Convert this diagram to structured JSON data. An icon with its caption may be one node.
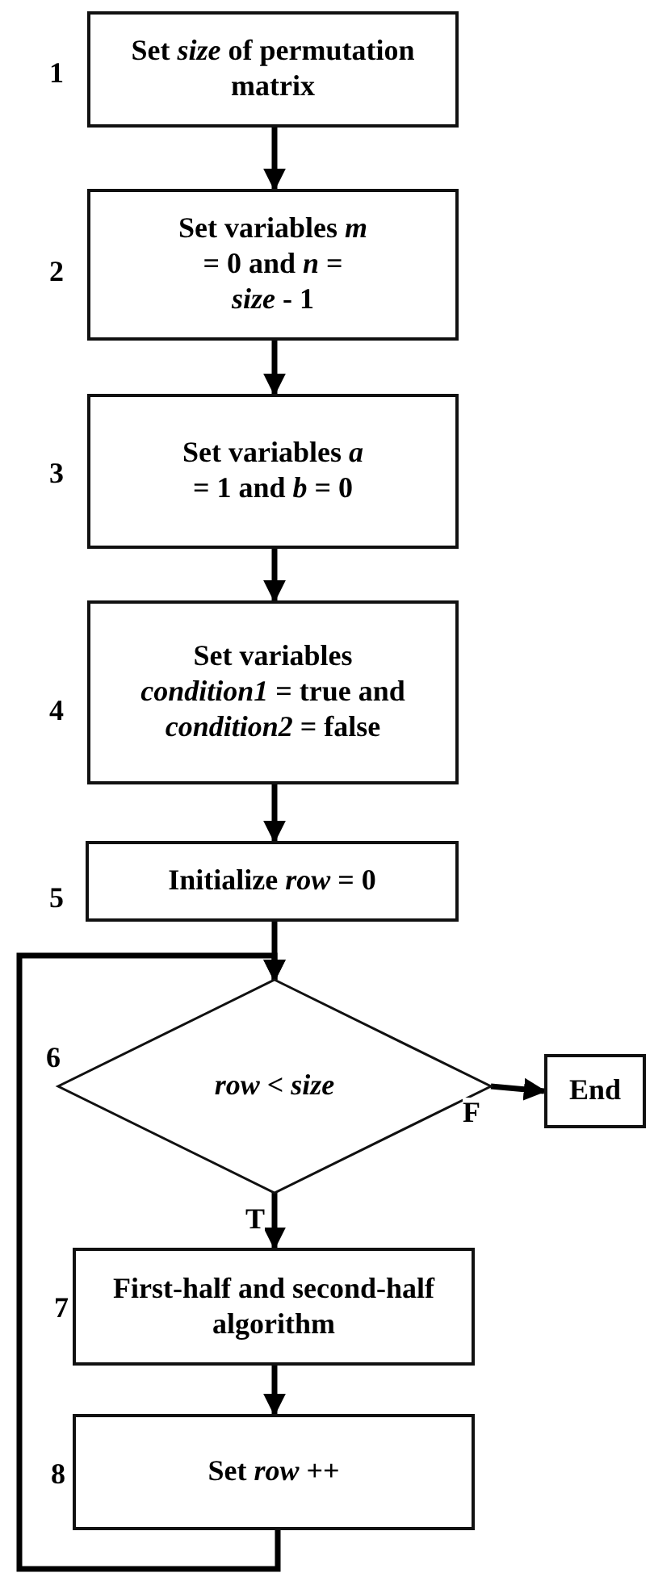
{
  "diagram": {
    "nodes": [
      {
        "text": [
          "Set *size* of permutation matrix"
        ],
        "beside": [
          "1"
        ]
      },
      {
        "text": [
          "Set variables *m* = 0 and *n* = *size* - 1"
        ],
        "beside": [
          "2"
        ]
      },
      {
        "text": [
          "Set variables *a* = 1 and *b* = 0"
        ],
        "beside": [
          "3"
        ]
      },
      {
        "text": [
          "Set variables *condition1* = true and *condition2* = false"
        ],
        "beside": [
          "4"
        ]
      },
      {
        "text": [
          "Initialize *row* = 0"
        ],
        "beside": [
          "5"
        ]
      },
      {
        "text": [
          "*row* < *size*"
        ],
        "beside": [
          "6"
        ]
      },
      {
        "text": [
          "End"
        ]
      },
      {
        "text": [
          "First-half and second-half algorithm"
        ],
        "beside": [
          "7"
        ]
      },
      {
        "text": [
          "Set *row* ++"
        ],
        "beside": [
          "8"
        ]
      }
    ],
    "edges": [
      {
        "from": 0,
        "to": 1,
        "arrow": "to"
      },
      {
        "from": 1,
        "to": 2,
        "arrow": "to"
      },
      {
        "from": 2,
        "to": 3,
        "arrow": "to"
      },
      {
        "from": 3,
        "to": 4,
        "arrow": "to"
      },
      {
        "from": 4,
        "to": 5,
        "arrow": "to"
      },
      {
        "from": 5,
        "to": 6,
        "label": "F",
        "arrow": "to"
      },
      {
        "from": 5,
        "to": 7,
        "label": "T",
        "arrow": "to"
      },
      {
        "from": 7,
        "to": 8,
        "arrow": "to"
      },
      {
        "from": 8,
        "to": 5,
        "arrow": "to"
      }
    ]
  }
}
